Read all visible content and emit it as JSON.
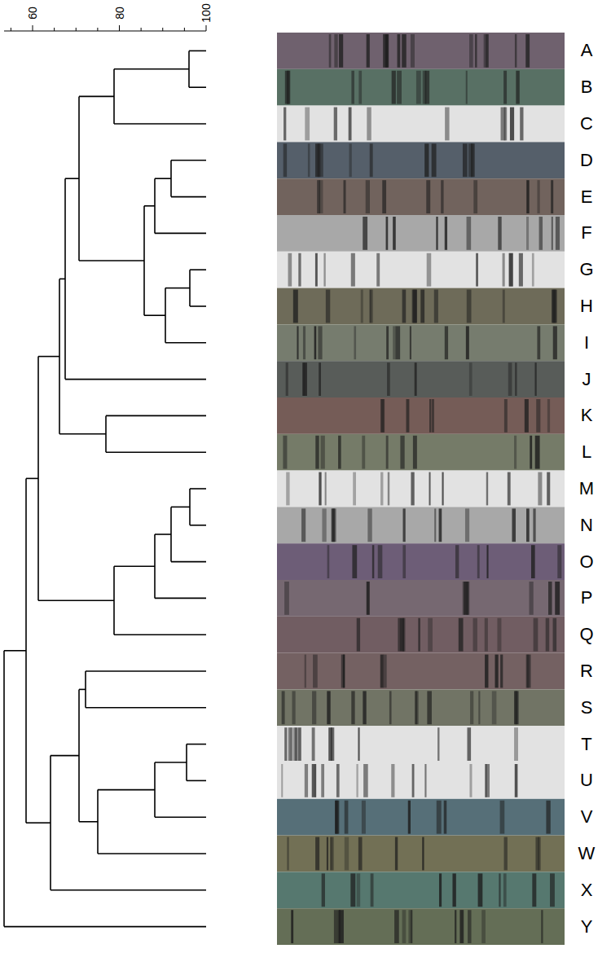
{
  "diagram": {
    "labels": [
      "60",
      "80",
      "100",
      "A",
      "B",
      "C",
      "D",
      "E",
      "F",
      "G",
      "H",
      "I",
      "J",
      "K",
      "L",
      "M",
      "N",
      "O",
      "P",
      "Q",
      "R",
      "S",
      "T",
      "U",
      "V",
      "W",
      "X",
      "Y"
    ]
  }
}
